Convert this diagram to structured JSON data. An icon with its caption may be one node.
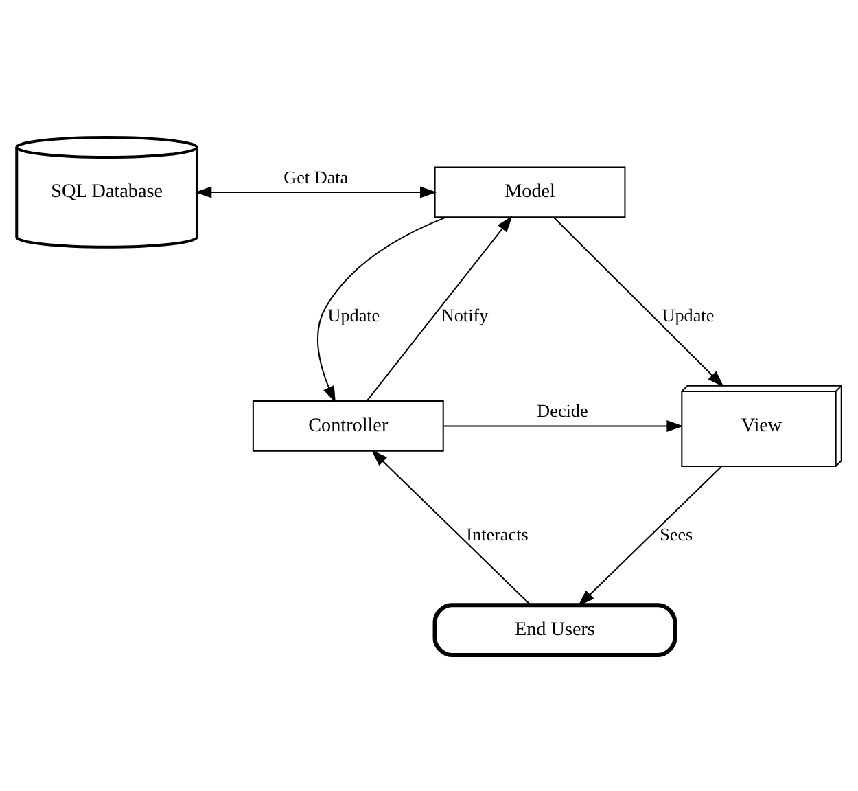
{
  "diagram": {
    "nodes": [
      {
        "text": [
          "SQL Database"
        ]
      },
      {
        "text": [
          "Model"
        ]
      },
      {
        "text": [
          "Controller"
        ]
      },
      {
        "text": [
          "View"
        ]
      },
      {
        "text": [
          "End Users"
        ]
      }
    ],
    "edges": [
      {
        "from": 0,
        "to": 1,
        "arrow": "both",
        "label": "Get Data"
      },
      {
        "from": 1,
        "to": 3,
        "arrow": "to",
        "label": "Update"
      },
      {
        "from": 1,
        "to": 2,
        "arrow": "to",
        "label": "Update"
      },
      {
        "from": 2,
        "to": 1,
        "arrow": "to",
        "label": "Notify"
      },
      {
        "from": 2,
        "to": 3,
        "arrow": "to",
        "label": "Decide"
      },
      {
        "from": 3,
        "to": 4,
        "arrow": "to",
        "label": "Sees"
      },
      {
        "from": 4,
        "to": 2,
        "arrow": "to",
        "label": "Interacts"
      }
    ]
  }
}
